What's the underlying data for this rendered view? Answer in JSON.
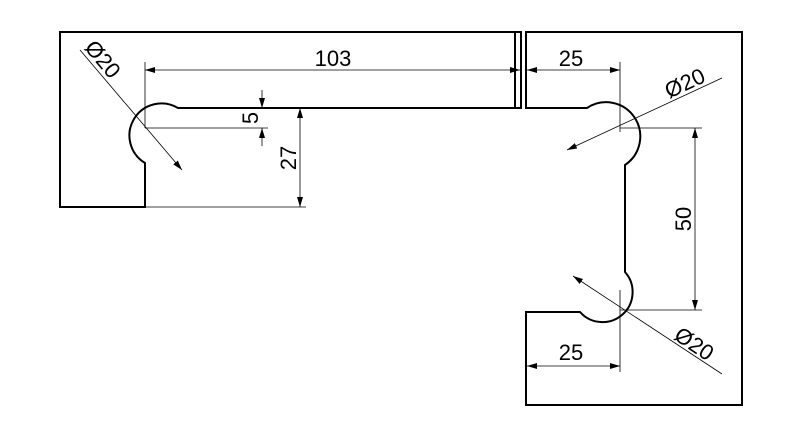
{
  "dimensions": {
    "top_length": "103",
    "step_height": "5",
    "left_height": "27",
    "right_top_offset": "25",
    "right_bottom_offset": "25",
    "vertical_spacing": "50",
    "diameter_left": "Ø20",
    "diameter_right_top": "Ø20",
    "diameter_right_bottom": "Ø20"
  },
  "colors": {
    "line": "#000000",
    "background": "#ffffff"
  }
}
